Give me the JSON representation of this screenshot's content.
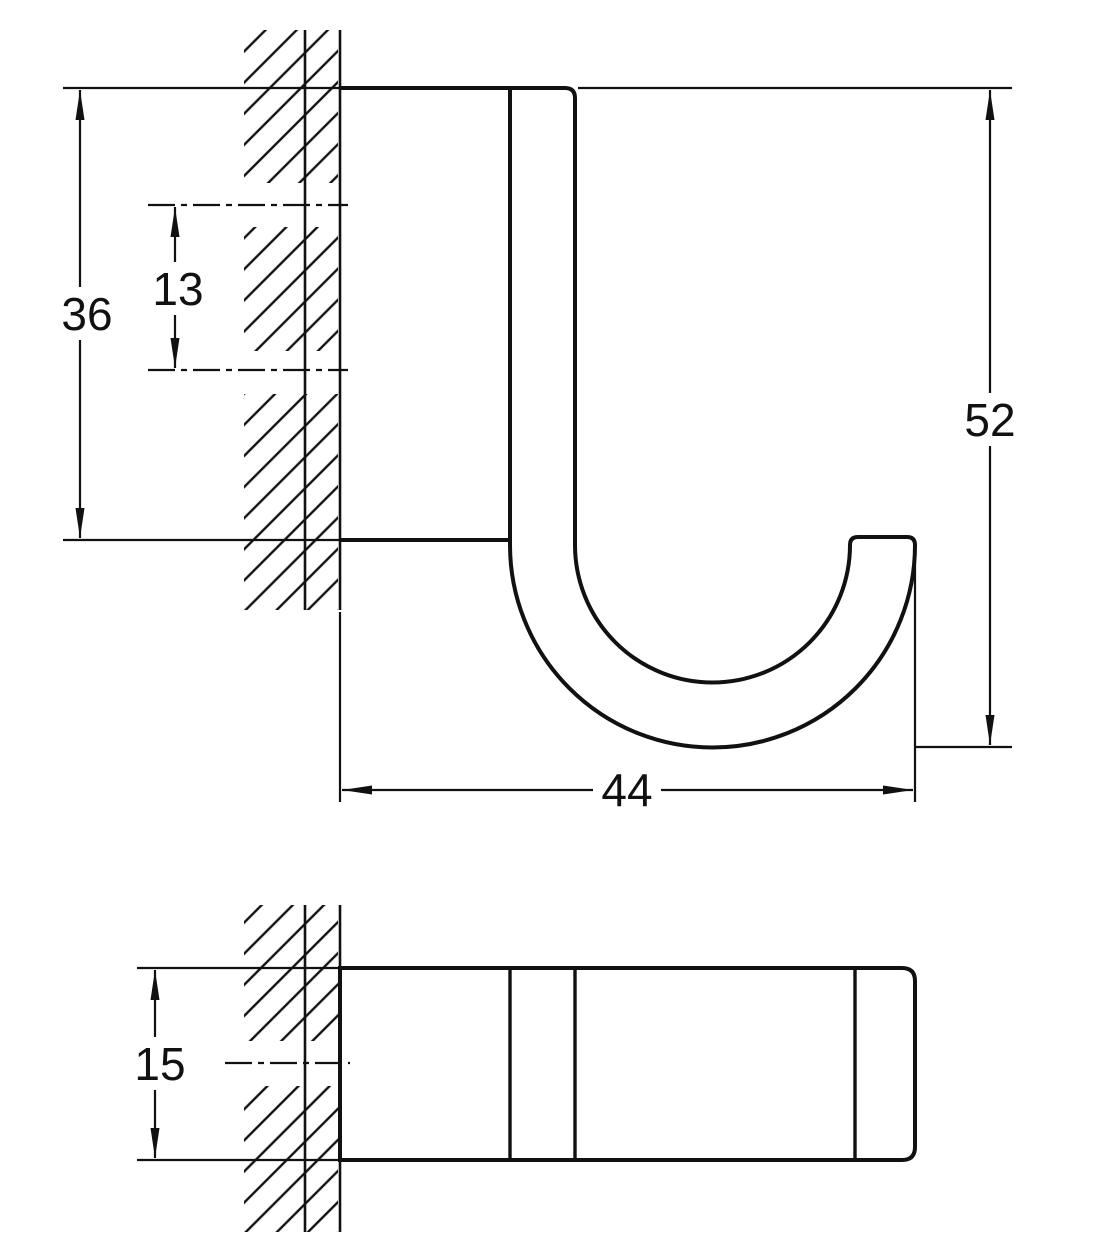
{
  "drawing": {
    "side_view": {
      "dim_plate_height": "36",
      "dim_hole_spacing": "13",
      "dim_overall_height": "52",
      "dim_projection": "44"
    },
    "plan_view": {
      "dim_body_width": "15"
    }
  }
}
